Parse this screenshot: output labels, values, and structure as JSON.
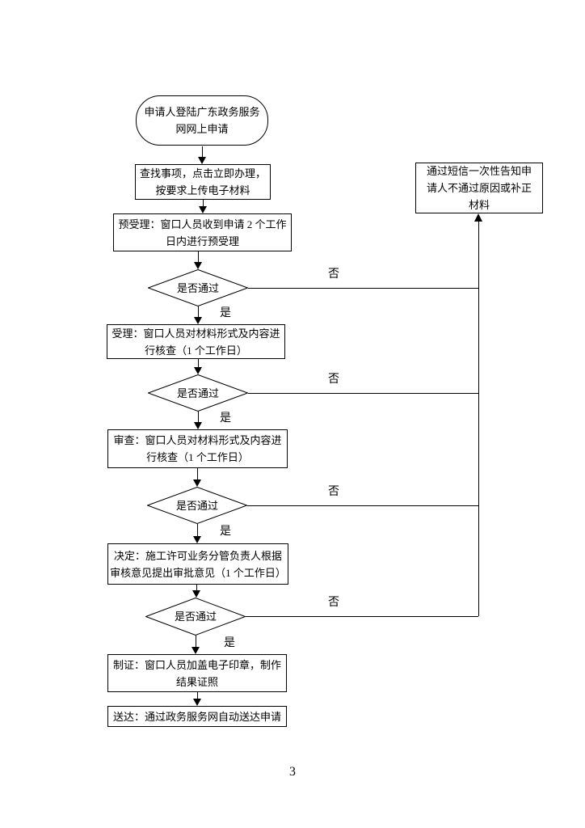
{
  "page": {
    "number": "3"
  },
  "colors": {
    "line": "#000000",
    "background": "#ffffff"
  },
  "labels": {
    "yes": "是",
    "no": "否"
  },
  "flowchart": {
    "nodes": [
      {
        "id": "start",
        "type": "terminator",
        "lines": [
          "申请人登陆广东政务服务",
          "网网上申请"
        ]
      },
      {
        "id": "search",
        "type": "process",
        "lines": [
          "查找事项，点击立即办理，",
          "按要求上传电子材料"
        ]
      },
      {
        "id": "pre-accept",
        "type": "process",
        "lines": [
          "预受理：窗口人员收到申请 2 个工作",
          "日内进行预受理"
        ]
      },
      {
        "id": "decision-1",
        "type": "decision",
        "lines": [
          "是否通过"
        ]
      },
      {
        "id": "accept",
        "type": "process",
        "lines": [
          "受理：窗口人员对材料形式及内容进",
          "行核查（1 个工作日）"
        ]
      },
      {
        "id": "decision-2",
        "type": "decision",
        "lines": [
          "是否通过"
        ]
      },
      {
        "id": "review",
        "type": "process",
        "lines": [
          "审查：窗口人员对材料形式及内容进",
          "行核查（1 个工作日）"
        ]
      },
      {
        "id": "decision-3",
        "type": "decision",
        "lines": [
          "是否通过"
        ]
      },
      {
        "id": "decide",
        "type": "process",
        "lines": [
          "决定：施工许可业务分管负责人根据",
          "审核意见提出审批意见（1 个工作日）"
        ]
      },
      {
        "id": "decision-4",
        "type": "decision",
        "lines": [
          "是否通过"
        ]
      },
      {
        "id": "certify",
        "type": "process",
        "lines": [
          "制证：窗口人员加盖电子印章，制作",
          "结果证照"
        ]
      },
      {
        "id": "deliver",
        "type": "process",
        "lines": [
          "送达：通过政务服务网自动送达申请"
        ]
      },
      {
        "id": "notify",
        "type": "process",
        "lines": [
          "通过短信一次性告知申",
          "请人不通过原因或补正",
          "材料"
        ]
      }
    ]
  }
}
